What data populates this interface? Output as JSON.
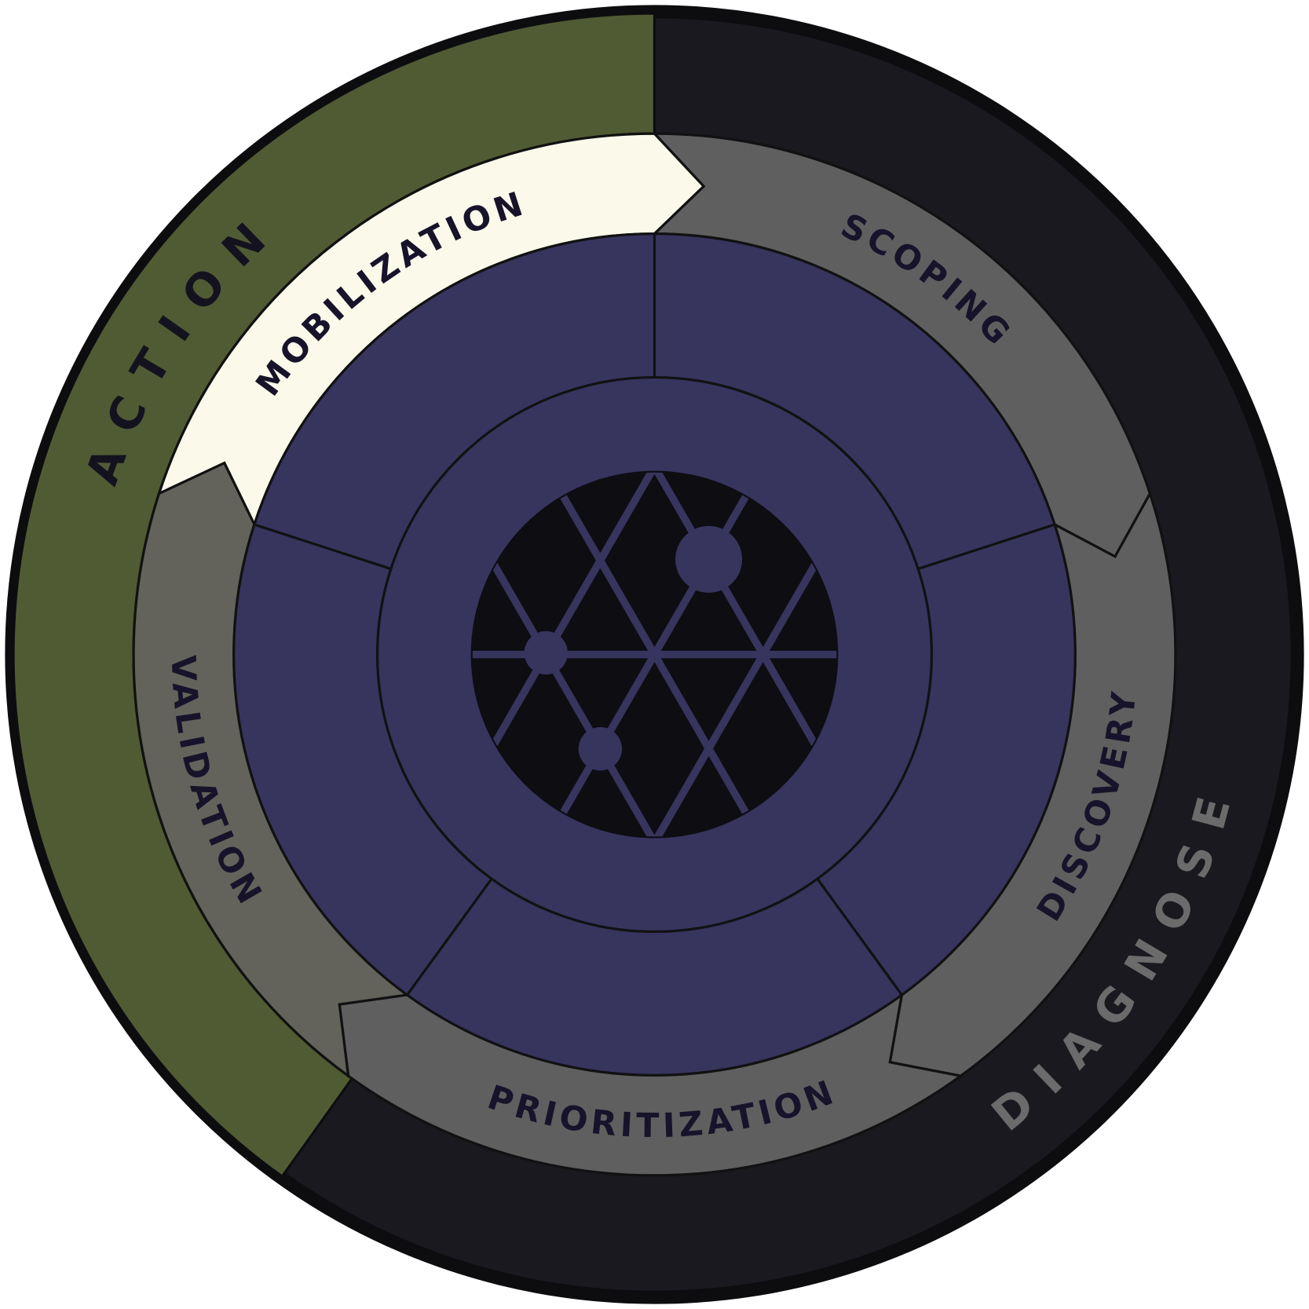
{
  "outer_ring": {
    "action": {
      "label": "ACTION",
      "color": "#505b34",
      "text_color": "#15121f"
    },
    "diagnose": {
      "label": "DIAGNOSE",
      "color": "#1a191f",
      "text_color": "#6b6b6b"
    }
  },
  "phases": [
    {
      "label": "MOBILIZATION",
      "color": "#faf9ea"
    },
    {
      "label": "SCOPING",
      "color": "#5f5f5f"
    },
    {
      "label": "DISCOVERY",
      "color": "#5f5f5f"
    },
    {
      "label": "PRIORITIZATION",
      "color": "#5f5f5f"
    },
    {
      "label": "VALIDATION",
      "color": "#63635b"
    }
  ],
  "colors": {
    "purple": "#37345e",
    "core": "#0d0d12",
    "outline": "#0d0d10"
  }
}
